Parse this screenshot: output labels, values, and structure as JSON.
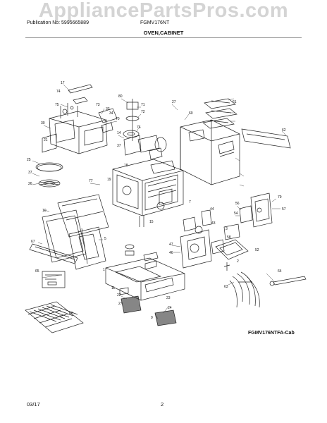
{
  "header": {
    "watermark": "AppliancePartsPros.com",
    "publication": "Publication No: 5995665889",
    "model": "FGMV176NT",
    "section": "OVEN,CABINET"
  },
  "figure": {
    "id": "FGMV176NTFA-Cab",
    "labels": [
      {
        "key": "a",
        "text": "17"
      },
      {
        "key": "b",
        "text": "74"
      },
      {
        "key": "c",
        "text": "75"
      },
      {
        "key": "d",
        "text": "73"
      },
      {
        "key": "e",
        "text": "33"
      },
      {
        "key": "f",
        "text": "34"
      },
      {
        "key": "g",
        "text": "70"
      },
      {
        "key": "h",
        "text": "14"
      },
      {
        "key": "i",
        "text": "30"
      },
      {
        "key": "j",
        "text": "21"
      },
      {
        "key": "k",
        "text": "37"
      },
      {
        "key": "l",
        "text": "80"
      },
      {
        "key": "m",
        "text": "71"
      },
      {
        "key": "n",
        "text": "72"
      },
      {
        "key": "o",
        "text": "76"
      },
      {
        "key": "p",
        "text": "27"
      },
      {
        "key": "q",
        "text": "61"
      },
      {
        "key": "r",
        "text": "62"
      },
      {
        "key": "s",
        "text": "60"
      },
      {
        "key": "t",
        "text": "25"
      },
      {
        "key": "u",
        "text": "37"
      },
      {
        "key": "v",
        "text": "26"
      },
      {
        "key": "w",
        "text": "77"
      },
      {
        "key": "x",
        "text": "18"
      },
      {
        "key": "y",
        "text": "19"
      },
      {
        "key": "z",
        "text": "7"
      },
      {
        "key": "aa",
        "text": "79"
      },
      {
        "key": "ab",
        "text": "56"
      },
      {
        "key": "ac",
        "text": "54"
      },
      {
        "key": "ad",
        "text": "57"
      },
      {
        "key": "ae",
        "text": "10"
      },
      {
        "key": "af",
        "text": "15"
      },
      {
        "key": "ag",
        "text": "44"
      },
      {
        "key": "ah",
        "text": "43"
      },
      {
        "key": "ai",
        "text": "67"
      },
      {
        "key": "aj",
        "text": "5"
      },
      {
        "key": "ak",
        "text": "47"
      },
      {
        "key": "al",
        "text": "46"
      },
      {
        "key": "am",
        "text": "3"
      },
      {
        "key": "an",
        "text": "58"
      },
      {
        "key": "ao",
        "text": "52"
      },
      {
        "key": "ap",
        "text": "1"
      },
      {
        "key": "aq",
        "text": "11"
      },
      {
        "key": "ar",
        "text": "22"
      },
      {
        "key": "as",
        "text": "27"
      },
      {
        "key": "at",
        "text": "23"
      },
      {
        "key": "au",
        "text": "24"
      },
      {
        "key": "av",
        "text": "63"
      },
      {
        "key": "aw",
        "text": "64"
      },
      {
        "key": "ax",
        "text": "66"
      },
      {
        "key": "ay",
        "text": "2"
      },
      {
        "key": "az",
        "text": "9"
      },
      {
        "key": "ba",
        "text": "65"
      }
    ]
  },
  "footer": {
    "date": "03/17",
    "page": "2"
  }
}
